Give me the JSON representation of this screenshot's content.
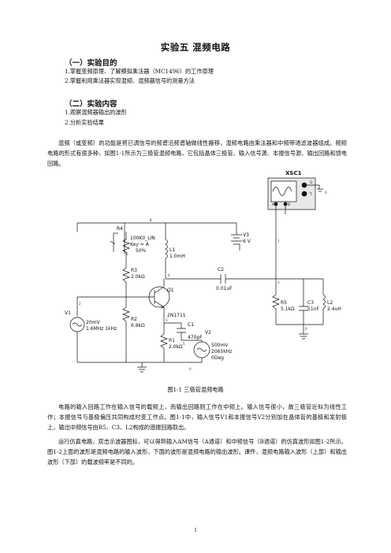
{
  "title": "实验五   混频电路",
  "section1": {
    "heading": "（一）实验目的",
    "items": [
      "1.掌握变频原理、了解模拟乘法器（MC1496）的工作原理",
      "2.掌握利用乘法器实现混频、混频器信号的测量方法"
    ]
  },
  "section2": {
    "heading": "（二）实验内容",
    "items": [
      "1.观察混频器输出的波形",
      "2.分析实验结果"
    ]
  },
  "intro": "混频（或变频）的功能是将已调信号的频谱沿频谱轴做线性搬移，混频电路由乘法器和中频带通滤波器组成。频频电路的形式有很多种，如图1-1所示为三极管混频电路，它包括晶体三极管、输入信号源、本振信号源、输出回路和馈电回路。",
  "circuit": {
    "scope": "XSC1",
    "r4": [
      "R4",
      "100K0_LIN",
      "Key = A",
      "50%"
    ],
    "l1": [
      "L1",
      "1.0mH"
    ],
    "v3": [
      "V3",
      "6 V"
    ],
    "c2": [
      "C2",
      "0.01uF"
    ],
    "r3": [
      "R3",
      "2.0kΩ"
    ],
    "q1": [
      "Q1",
      "2N1711"
    ],
    "v1": [
      "V1",
      "20mV",
      "1.6MHz 1kHz"
    ],
    "r2": [
      "R2",
      "6.8kΩ"
    ],
    "c1": [
      "C1",
      "470pF"
    ],
    "v2": [
      "V2",
      "500mV",
      "2065kHz",
      "0Deg"
    ],
    "r1": [
      "R1",
      "2.0kΩ"
    ],
    "r5": [
      "R5",
      "5.1kΩ"
    ],
    "c3": [
      "C3",
      "51nF"
    ],
    "l2": [
      "L2",
      "2.4uH"
    ],
    "nodes": [
      "8",
      "6",
      "4",
      "2",
      "3",
      "5",
      "7",
      "0",
      "1"
    ],
    "scope_pins": [
      "A",
      "B",
      "G",
      "T"
    ]
  },
  "caption": "图1-1    三极管混频电路",
  "para2": "电路的输入回路工作在输入信号的载频上，而输出回路则工作在中频上。输入信号很小，故三极管近似为线性工作；本振信号与基极偏压共同构成时变工作点。图1-1中，输入信号V1和本振信号V2分别加在晶体管的基极和发射极上，输出中频信号由R5、C3、L2构成的谐振回路取出。",
  "para3": "运行仿真电路，双击示波器图标，可以得到输入AM信号（A通道）和中频信号（B通道）的仿真波形如图1-2所示。图1-2上面的波形是混频电路的输入波形，下面的波形是混频电路的输出波形。课件，混频电路输入波形（上部）和输出波形（下部）的载波频率是不同的。",
  "page_number": "1"
}
